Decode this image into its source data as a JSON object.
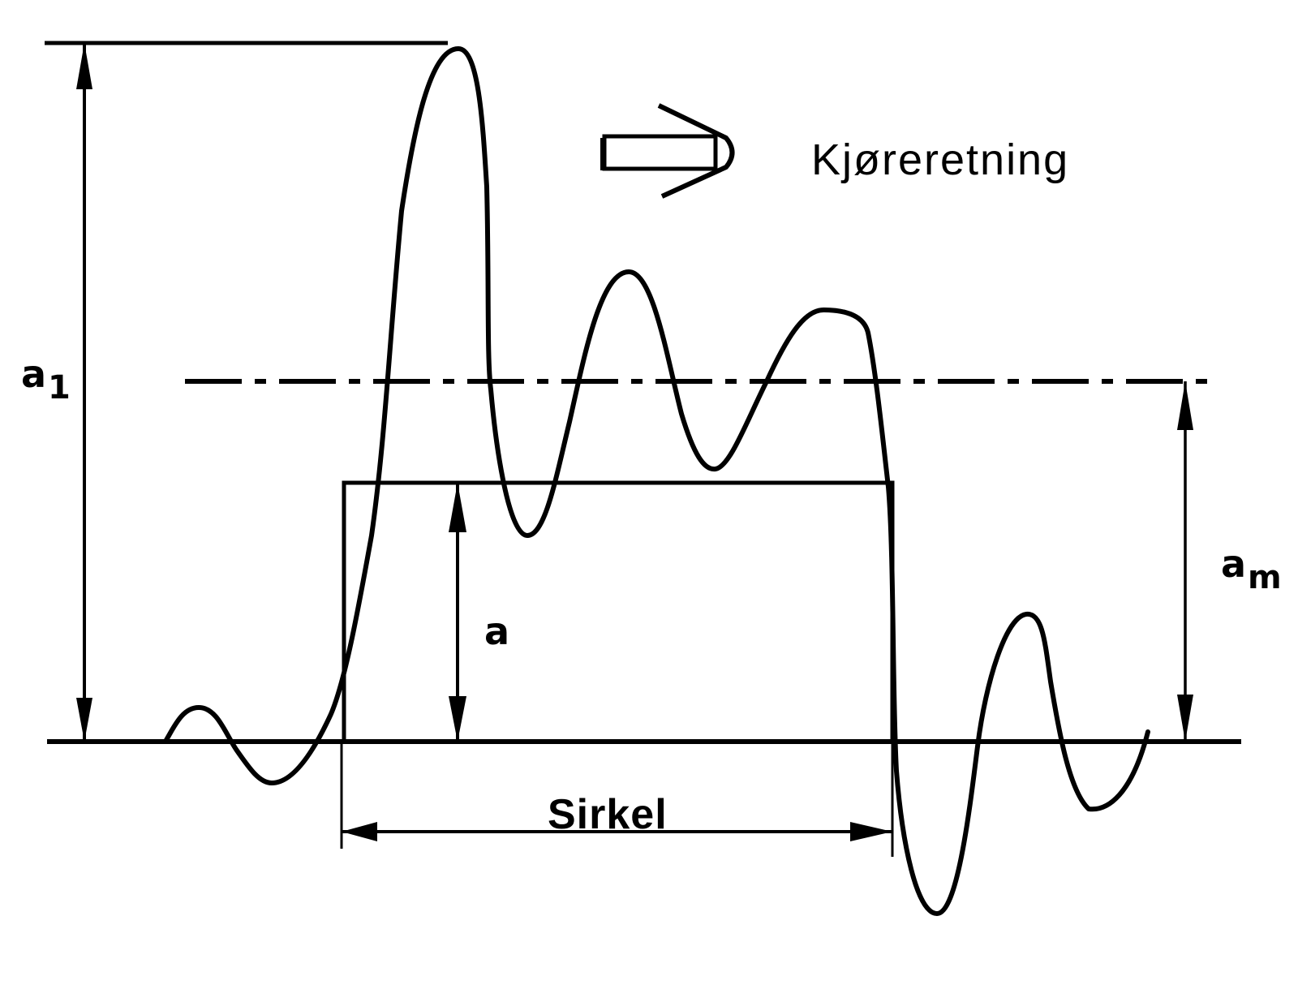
{
  "diagram": {
    "type": "road-profile-measurement",
    "direction_label": "Kjøreretning",
    "direction_icon": "hollow-right-arrow",
    "span_label": "Sirkel",
    "labels": {
      "a1": {
        "base": "a",
        "sub": "1"
      },
      "a": {
        "base": "a",
        "sub": ""
      },
      "am": {
        "base": "a",
        "sub": "m"
      }
    },
    "lines": {
      "baseline": "solid horizontal reference line",
      "mean_line": "dash-dot horizontal line",
      "top_line": "horizontal line at maximum peak",
      "circle_rectangle": "rectangle spanning the 'Sirkel' interval"
    },
    "colors": {
      "stroke": "#000000",
      "background": "#ffffff"
    }
  }
}
